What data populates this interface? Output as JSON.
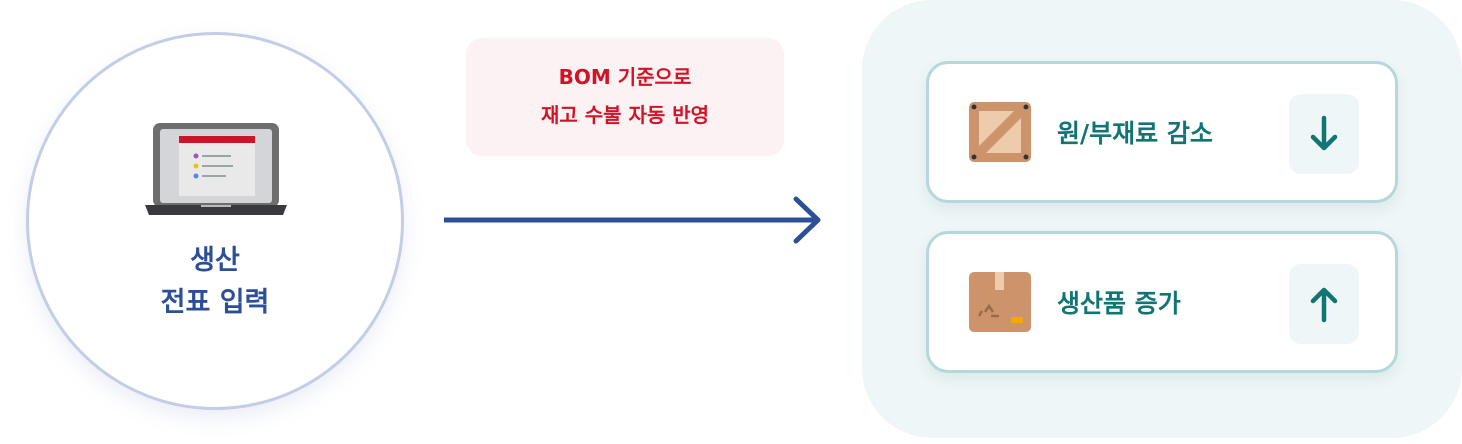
{
  "source": {
    "label_line1": "생산",
    "label_line2": "전표 입력",
    "icon": "laptop-icon"
  },
  "process": {
    "line1": "BOM 기준으로",
    "line2": "재고 수불 자동 반영"
  },
  "results": [
    {
      "label": "원/부재료 감소",
      "icon": "crate-icon",
      "direction": "down"
    },
    {
      "label": "생산품 증가",
      "icon": "box-icon",
      "direction": "up"
    }
  ],
  "colors": {
    "primary": "#2c4f98",
    "accent": "#d01427",
    "teal": "#137474"
  }
}
